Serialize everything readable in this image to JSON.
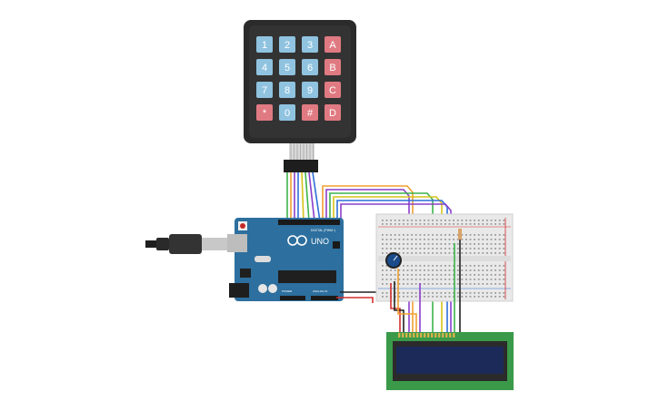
{
  "keypad": {
    "rows": [
      [
        "1",
        "2",
        "3",
        "A"
      ],
      [
        "4",
        "5",
        "6",
        "B"
      ],
      [
        "7",
        "8",
        "9",
        "C"
      ],
      [
        "*",
        "0",
        "#",
        "D"
      ]
    ],
    "digit_color": "#8fc3e0",
    "letter_color": "#e07a82",
    "body_color": "#2b2b2b"
  },
  "arduino": {
    "board_label": "UNO",
    "header_label": "DIGITAL (PWM~)",
    "analog_label": "ANALOG IN",
    "power_label": "POWER",
    "board_color": "#2d6f9e"
  },
  "lcd": {
    "board_color": "#3a9a4a",
    "screen_color": "#1c2a5a"
  },
  "colors": {
    "breadboard": "#e9e9e9",
    "wire_orange": "#f0a030",
    "wire_purple": "#8a3fc9",
    "wire_blue": "#2e6fd8",
    "wire_green": "#3cb44b",
    "wire_yellow": "#d6c21a",
    "wire_red": "#d32f2f",
    "wire_black": "#222222",
    "potentiometer": "#1a4b8a"
  }
}
